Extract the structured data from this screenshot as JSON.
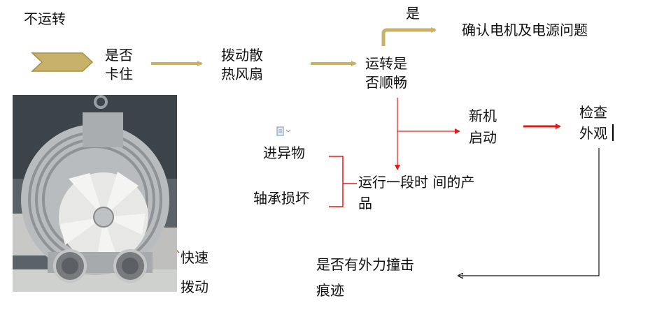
{
  "labels": {
    "not_running": "不运转",
    "stuck_q": [
      "是否",
      "卡住"
    ],
    "turn_fan": [
      "拨动散",
      "热风扇"
    ],
    "smooth_q": [
      "运转是",
      "否顺畅"
    ],
    "yes": "是",
    "check_motor": "确认电机及电源问题",
    "new_start": [
      "新机",
      "启动"
    ],
    "check_look": [
      "检查",
      "外观"
    ],
    "foreign": "进异物",
    "bearing": "轴承损坏",
    "run_period": [
      "运行一段时  间的产",
      "品"
    ],
    "quick_turn": [
      "快速",
      "拨动"
    ],
    "impact_q": [
      "是否有外力撞击",
      "痕迹"
    ]
  },
  "colors": {
    "gold_arrow": "#c8b26a",
    "red_line": "#e21a1a",
    "black_line": "#111111"
  },
  "icons": {
    "start_chevron": "chevron-arrow-icon",
    "document": "document-icon"
  }
}
